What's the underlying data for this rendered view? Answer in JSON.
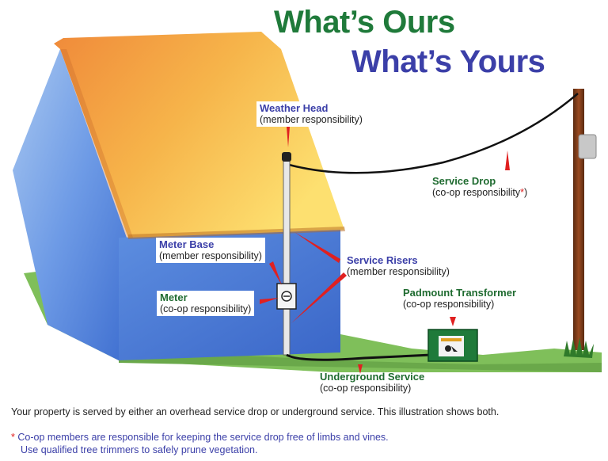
{
  "title": {
    "line1": "What’s Ours",
    "line2": "What’s Yours"
  },
  "labels": {
    "weather_head": {
      "heading": "Weather Head",
      "sub": "(member responsibility)"
    },
    "service_drop": {
      "heading": "Service Drop",
      "sub": "(co-op responsibility",
      "asterisk": "*",
      "close": ")"
    },
    "meter_base": {
      "heading": "Meter Base",
      "sub": "(member responsibility)"
    },
    "service_risers": {
      "heading": "Service Risers",
      "sub": "(member responsibility)"
    },
    "meter": {
      "heading": "Meter",
      "sub": "(co-op responsibility)"
    },
    "padmount_transformer": {
      "heading": "Padmount Transformer",
      "sub": "(co-op responsibility)"
    },
    "underground_service": {
      "heading": "Underground Service",
      "sub": "(co-op responsibility)"
    }
  },
  "footer": {
    "note": "Your property is served by either an overhead service drop or underground service. This illustration shows both.",
    "asterisk": "*",
    "disclaimer_line1": "Co-op members are responsible for keeping the service drop free of limbs and vines.",
    "disclaimer_line2": "Use qualified tree trimmers to safely prune vegetation."
  },
  "colors": {
    "title_green": "#1f7a3a",
    "title_blue": "#3b3fa8",
    "pointer_red": "#e02020",
    "grass": "#7fbf5a",
    "wall": "#5b8fe0",
    "roof": "#f3b54a",
    "pole": "#7a3a1a",
    "transformer": "#1f7a3a"
  }
}
